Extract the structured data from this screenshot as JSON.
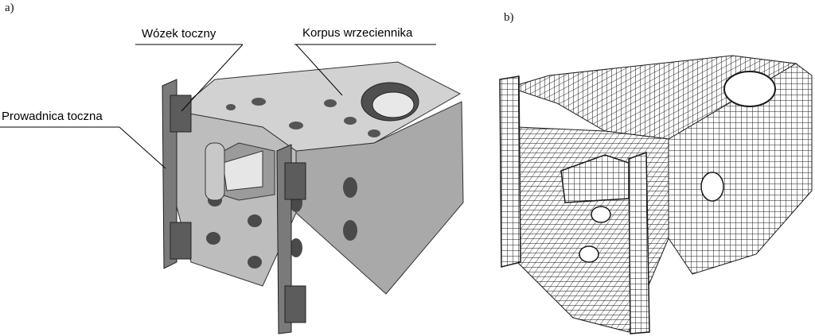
{
  "panels": {
    "a_label": "a)",
    "b_label": "b)"
  },
  "callouts": {
    "carriage": "Wózek toczny",
    "headstock": "Korpus wrzeciennika",
    "rail": "Prowadnica toczna"
  },
  "colors": {
    "background": "#ffffff",
    "solid_light": "#d4d4d4",
    "solid_mid": "#a9a9a9",
    "solid_dark": "#6e6e6e",
    "mesh_line": "#1a1a1a",
    "leader": "#000000"
  }
}
